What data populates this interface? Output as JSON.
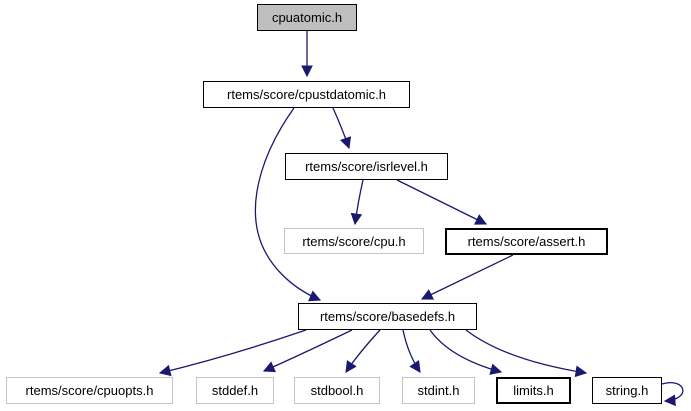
{
  "diagram": {
    "type": "include-dependency-graph",
    "background_color": "#ffffff",
    "edge_color": "#191970",
    "highlight_fill_color": "#bfbfbf",
    "link_border_color": "#000000",
    "leaf_border_color": "#c4c4c4",
    "nodes": [
      {
        "id": "cpuatomic",
        "label": "cpuatomic.h",
        "style": "highlighted"
      },
      {
        "id": "cpustdatomic",
        "label": "rtems/score/cpustdatomic.h",
        "style": "link"
      },
      {
        "id": "isrlevel",
        "label": "rtems/score/isrlevel.h",
        "style": "link"
      },
      {
        "id": "cpu",
        "label": "rtems/score/cpu.h",
        "style": "leaf"
      },
      {
        "id": "assert",
        "label": "rtems/score/assert.h",
        "style": "link"
      },
      {
        "id": "basedefs",
        "label": "rtems/score/basedefs.h",
        "style": "link"
      },
      {
        "id": "cpuopts",
        "label": "rtems/score/cpuopts.h",
        "style": "leaf"
      },
      {
        "id": "stddef",
        "label": "stddef.h",
        "style": "leaf"
      },
      {
        "id": "stdbool",
        "label": "stdbool.h",
        "style": "leaf"
      },
      {
        "id": "stdint",
        "label": "stdint.h",
        "style": "leaf"
      },
      {
        "id": "limits",
        "label": "limits.h",
        "style": "link"
      },
      {
        "id": "string",
        "label": "string.h",
        "style": "link"
      }
    ],
    "edges": [
      {
        "from": "cpuatomic.h",
        "to": "rtems/score/cpustdatomic.h"
      },
      {
        "from": "rtems/score/cpustdatomic.h",
        "to": "rtems/score/isrlevel.h"
      },
      {
        "from": "rtems/score/cpustdatomic.h",
        "to": "rtems/score/basedefs.h"
      },
      {
        "from": "rtems/score/isrlevel.h",
        "to": "rtems/score/cpu.h"
      },
      {
        "from": "rtems/score/isrlevel.h",
        "to": "rtems/score/assert.h"
      },
      {
        "from": "rtems/score/assert.h",
        "to": "rtems/score/basedefs.h"
      },
      {
        "from": "rtems/score/basedefs.h",
        "to": "rtems/score/cpuopts.h"
      },
      {
        "from": "rtems/score/basedefs.h",
        "to": "stddef.h"
      },
      {
        "from": "rtems/score/basedefs.h",
        "to": "stdbool.h"
      },
      {
        "from": "rtems/score/basedefs.h",
        "to": "stdint.h"
      },
      {
        "from": "rtems/score/basedefs.h",
        "to": "limits.h"
      },
      {
        "from": "rtems/score/basedefs.h",
        "to": "string.h"
      },
      {
        "from": "string.h",
        "to": "string.h"
      }
    ]
  }
}
